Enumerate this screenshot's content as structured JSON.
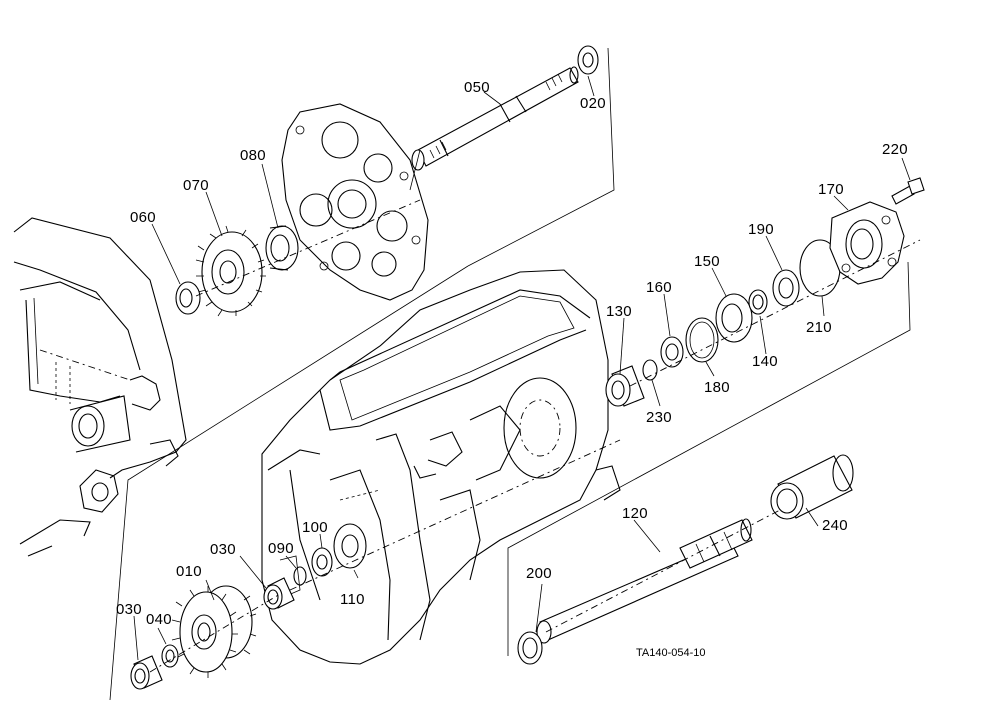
{
  "drawing_code": "TA140-054-10",
  "part_labels": {
    "p010": "010",
    "p020": "020",
    "p030a": "030",
    "p030b": "030",
    "p040": "040",
    "p050": "050",
    "p060": "060",
    "p070": "070",
    "p080": "080",
    "p090": "090",
    "p100": "100",
    "p110": "110",
    "p120": "120",
    "p130": "130",
    "p140": "140",
    "p150": "150",
    "p160": "160",
    "p170": "170",
    "p180": "180",
    "p190": "190",
    "p200": "200",
    "p210": "210",
    "p220": "220",
    "p230": "230",
    "p240": "240"
  }
}
